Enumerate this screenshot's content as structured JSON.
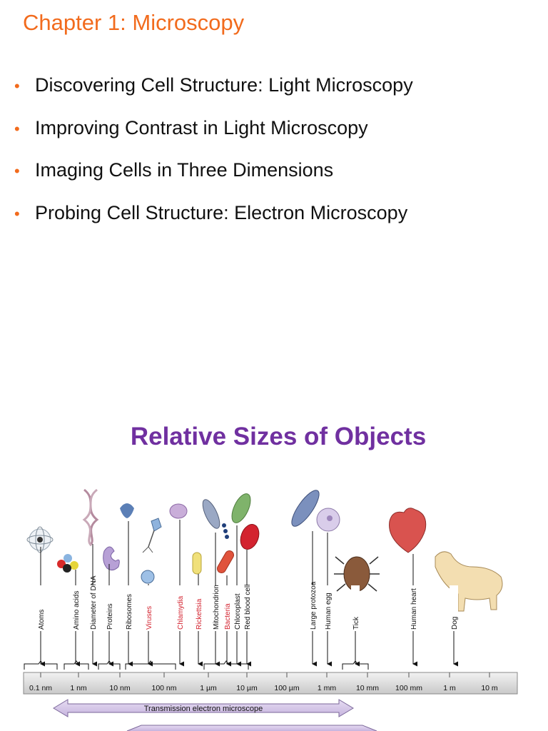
{
  "chapter_title": "Chapter 1: Microscopy",
  "bullets": [
    "Discovering Cell Structure: Light Microscopy",
    "Improving Contrast in Light Microscopy",
    "Imaging Cells in Three Dimensions",
    "Probing Cell Structure: Electron Microscopy"
  ],
  "section_title": "Relative Sizes of Objects",
  "scale": {
    "ticks": [
      "0.1 nm",
      "1 nm",
      "10 nm",
      "100 nm",
      "1 µm",
      "10 µm",
      "100 µm",
      "1 mm",
      "10 mm",
      "100 mm",
      "1 m",
      "10 m"
    ],
    "objects": [
      {
        "label": "Atoms",
        "highlight": false
      },
      {
        "label": "Amino acids",
        "highlight": false
      },
      {
        "label": "Diameter of DNA",
        "highlight": false
      },
      {
        "label": "Proteins",
        "highlight": false
      },
      {
        "label": "Ribosomes",
        "highlight": false
      },
      {
        "label": "Viruses",
        "highlight": true
      },
      {
        "label": "Chlamydia",
        "highlight": true
      },
      {
        "label": "Rickettsia",
        "highlight": true
      },
      {
        "label": "Mitochondrion",
        "highlight": false
      },
      {
        "label": "Bacteria",
        "highlight": true
      },
      {
        "label": "Chloroplast",
        "highlight": false
      },
      {
        "label": "Red blood cell",
        "highlight": false
      },
      {
        "label": "Large protozoa",
        "highlight": false
      },
      {
        "label": "Human egg",
        "highlight": false
      },
      {
        "label": "Tick",
        "highlight": false
      },
      {
        "label": "Human heart",
        "highlight": false
      },
      {
        "label": "Dog",
        "highlight": false
      }
    ],
    "band_label": "Transmission electron microscope"
  }
}
